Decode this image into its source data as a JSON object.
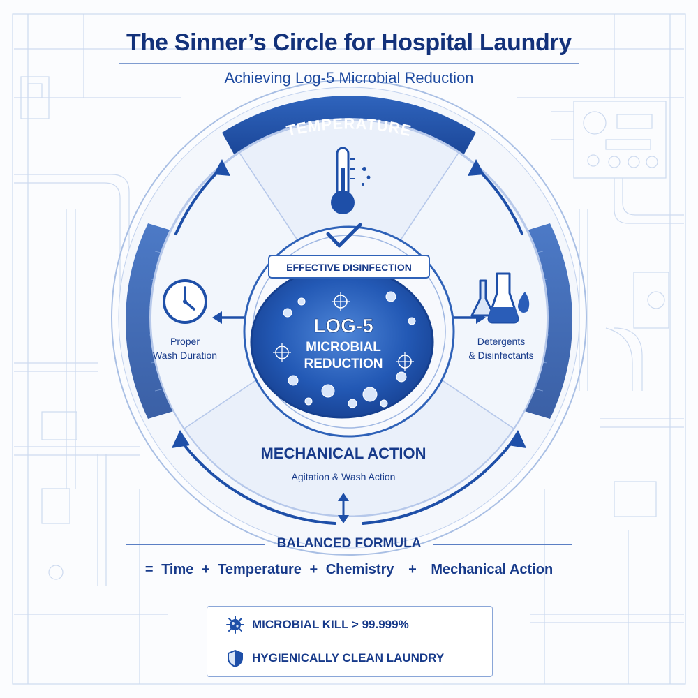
{
  "title": "The Sinner’s Circle for Hospital Laundry",
  "subtitle": "Achieving Log-5 Microbial Reduction",
  "circle": {
    "top_label": "TEMPERATURE",
    "left_label_line1": "Proper",
    "left_label_line2": "Wash Duration",
    "right_label_line1": "Detergents",
    "right_label_line2": "& Disinfectants",
    "bottom_title": "MECHANICAL ACTION",
    "bottom_subtitle": "Agitation & Wash Action",
    "center_banner": "EFFECTIVE DISINFECTION",
    "center_line1": "LOG-5",
    "center_line2": "MICROBIAL",
    "center_line3": "REDUCTION"
  },
  "formula": {
    "heading": "BALANCED FORMULA",
    "equals": "=",
    "term1": "Time",
    "plus1": "+",
    "term2": "Temperature",
    "plus2": "+",
    "term3": "Chemistry",
    "plus3": "+",
    "term4": "Mechanical Action"
  },
  "results": {
    "kill_text": "MICROBIAL KILL > 99.999%",
    "clean_text": "HYGIENICALLY CLEAN LAUNDRY"
  },
  "icons": {
    "thermometer": "thermometer-icon",
    "clock": "clock-icon",
    "flasks": "flask-icon",
    "check": "checkmark-icon",
    "microbe": "microbe-icon",
    "shield": "shield-icon"
  },
  "colors": {
    "primary": "#1e4fa8",
    "dark": "#12317a",
    "light": "#dbe6f7",
    "pale": "#eef3fb",
    "microbe_fill": "#2a5db8"
  }
}
